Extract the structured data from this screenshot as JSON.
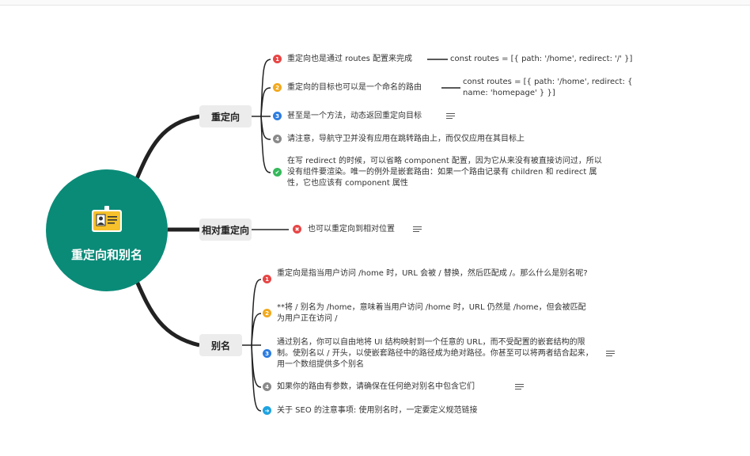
{
  "root": {
    "title": "重定向和别名",
    "icon": "id-card-icon"
  },
  "branches": [
    {
      "label": "重定向",
      "items": [
        {
          "marker": "1",
          "color": "#e84545",
          "text": "重定向也是通过 routes 配置来完成",
          "child": "const routes = [{ path: '/home', redirect: '/' }]"
        },
        {
          "marker": "2",
          "color": "#f2a91d",
          "text": "重定向的目标也可以是一个命名的路由",
          "child": "const routes = [{ path: '/home', redirect: { name: 'homepage' } }]"
        },
        {
          "marker": "3",
          "color": "#2d7de0",
          "text": "甚至是一个方法，动态返回重定向目标",
          "note": true
        },
        {
          "marker": "4",
          "color": "#8a8a8a",
          "text": "请注意，导航守卫并没有应用在跳转路由上，而仅仅应用在其目标上"
        },
        {
          "marker": "✔",
          "color": "#35b95b",
          "text": "在写 redirect 的时候，可以省略 component 配置，因为它从来没有被直接访问过，所以没有组件要渲染。唯一的例外是嵌套路由：如果一个路由记录有 children 和 redirect 属性，它也应该有 component 属性"
        }
      ]
    },
    {
      "label": "相对重定向",
      "items": [
        {
          "marker": "✖",
          "color": "#e84545",
          "text": "也可以重定向到相对位置",
          "note": true
        }
      ]
    },
    {
      "label": "别名",
      "items": [
        {
          "marker": "1",
          "color": "#e84545",
          "text": "重定向是指当用户访问 /home 时，URL 会被 / 替换，然后匹配成 /。那么什么是别名呢?"
        },
        {
          "marker": "2",
          "color": "#f2a91d",
          "text": "**将 / 别名为 /home，意味着当用户访问 /home 时，URL 仍然是 /home，但会被匹配为用户正在访问 /"
        },
        {
          "marker": "3",
          "color": "#2d7de0",
          "text": "通过别名，你可以自由地将 UI 结构映射到一个任意的 URL，而不受配置的嵌套结构的限制。使别名以 / 开头，以使嵌套路径中的路径成为绝对路径。你甚至可以将两者结合起来，用一个数组提供多个别名",
          "note": true
        },
        {
          "marker": "4",
          "color": "#8a8a8a",
          "text": "如果你的路由有参数，请确保在任何绝对别名中包含它们",
          "note": true
        },
        {
          "marker": "➜",
          "color": "#1fa3e0",
          "text": "关于 SEO 的注意事项: 使用别名时，一定要定义规范链接"
        }
      ]
    }
  ]
}
